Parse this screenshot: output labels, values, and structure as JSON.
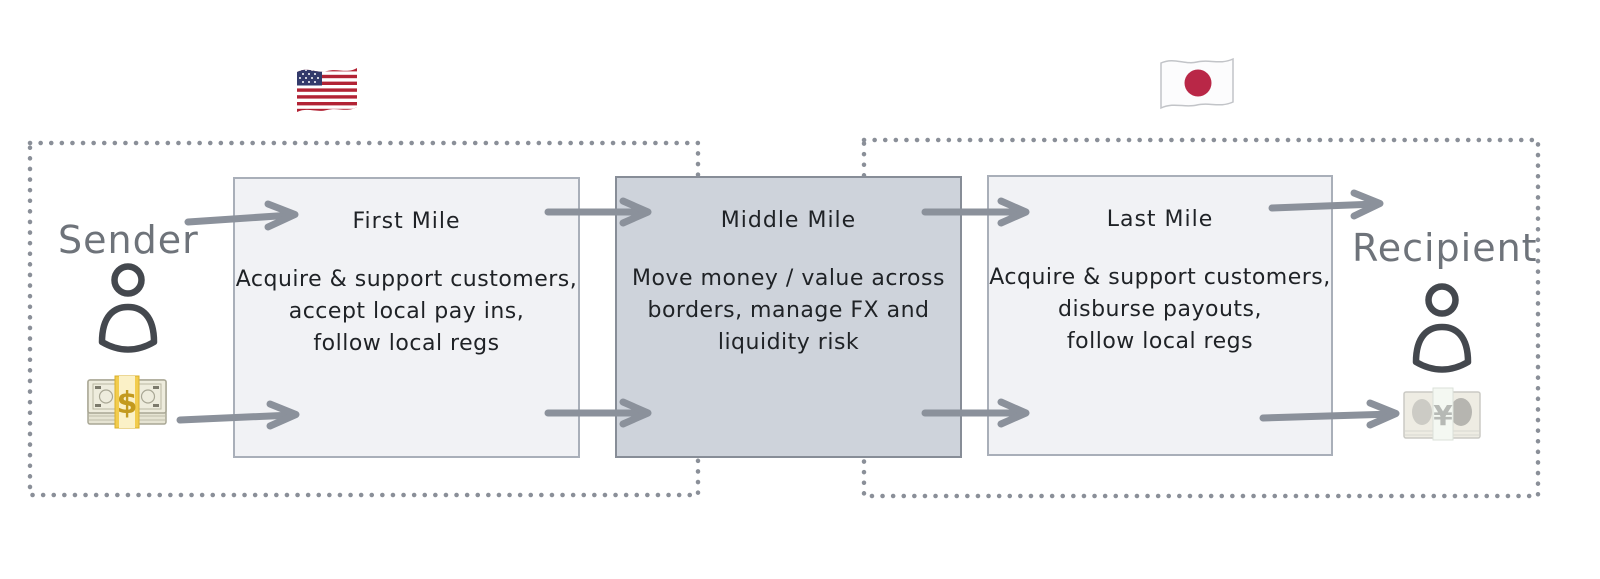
{
  "diagram": {
    "sender": {
      "label": "Sender",
      "person_icon": "person",
      "money_icon": "dollar-banknotes",
      "currency_symbol": "$"
    },
    "recipient": {
      "label": "Recipient",
      "person_icon": "person",
      "money_icon": "yen-banknotes",
      "currency_symbol": "¥"
    },
    "flags": {
      "left": "us-flag",
      "right": "japan-flag"
    },
    "boxes": {
      "first_mile": {
        "title": "First Mile",
        "lines": [
          "Acquire & support customers,",
          "accept local pay ins,",
          "follow local regs"
        ]
      },
      "middle_mile": {
        "title": "Middle Mile",
        "lines": [
          "Move money / value across",
          "borders, manage FX and",
          "liquidity risk"
        ]
      },
      "last_mile": {
        "title": "Last Mile",
        "lines": [
          "Acquire & support customers,",
          "disburse payouts,",
          "follow local regs"
        ]
      }
    },
    "colors": {
      "arrow": "#8b919b",
      "dotted_border": "#8a8f98",
      "box_light_fill": "#f1f2f5",
      "box_dark_fill": "#ced3db",
      "box_light_border": "#a9afb9",
      "box_dark_border": "#878d97",
      "body_text": "#1f2226",
      "endpoint_label": "#6e737a",
      "person_icon": "#44484e",
      "us_flag_red": "#b22335",
      "us_flag_blue": "#333a6b",
      "japan_flag_red": "#b92747"
    }
  }
}
